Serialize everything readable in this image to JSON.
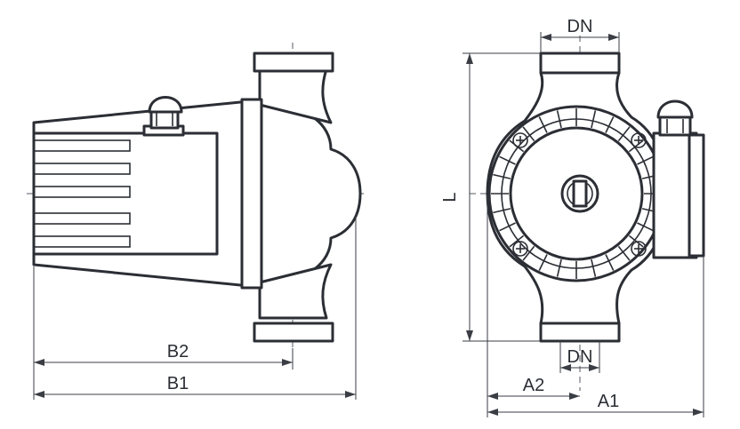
{
  "labels": {
    "dn_top": "DN",
    "dn_bottom": "DN",
    "l": "L",
    "a1": "A1",
    "a2": "A2",
    "b1": "B1",
    "b2": "B2"
  },
  "colors": {
    "line": "#2b2e34",
    "background": "#ffffff"
  }
}
